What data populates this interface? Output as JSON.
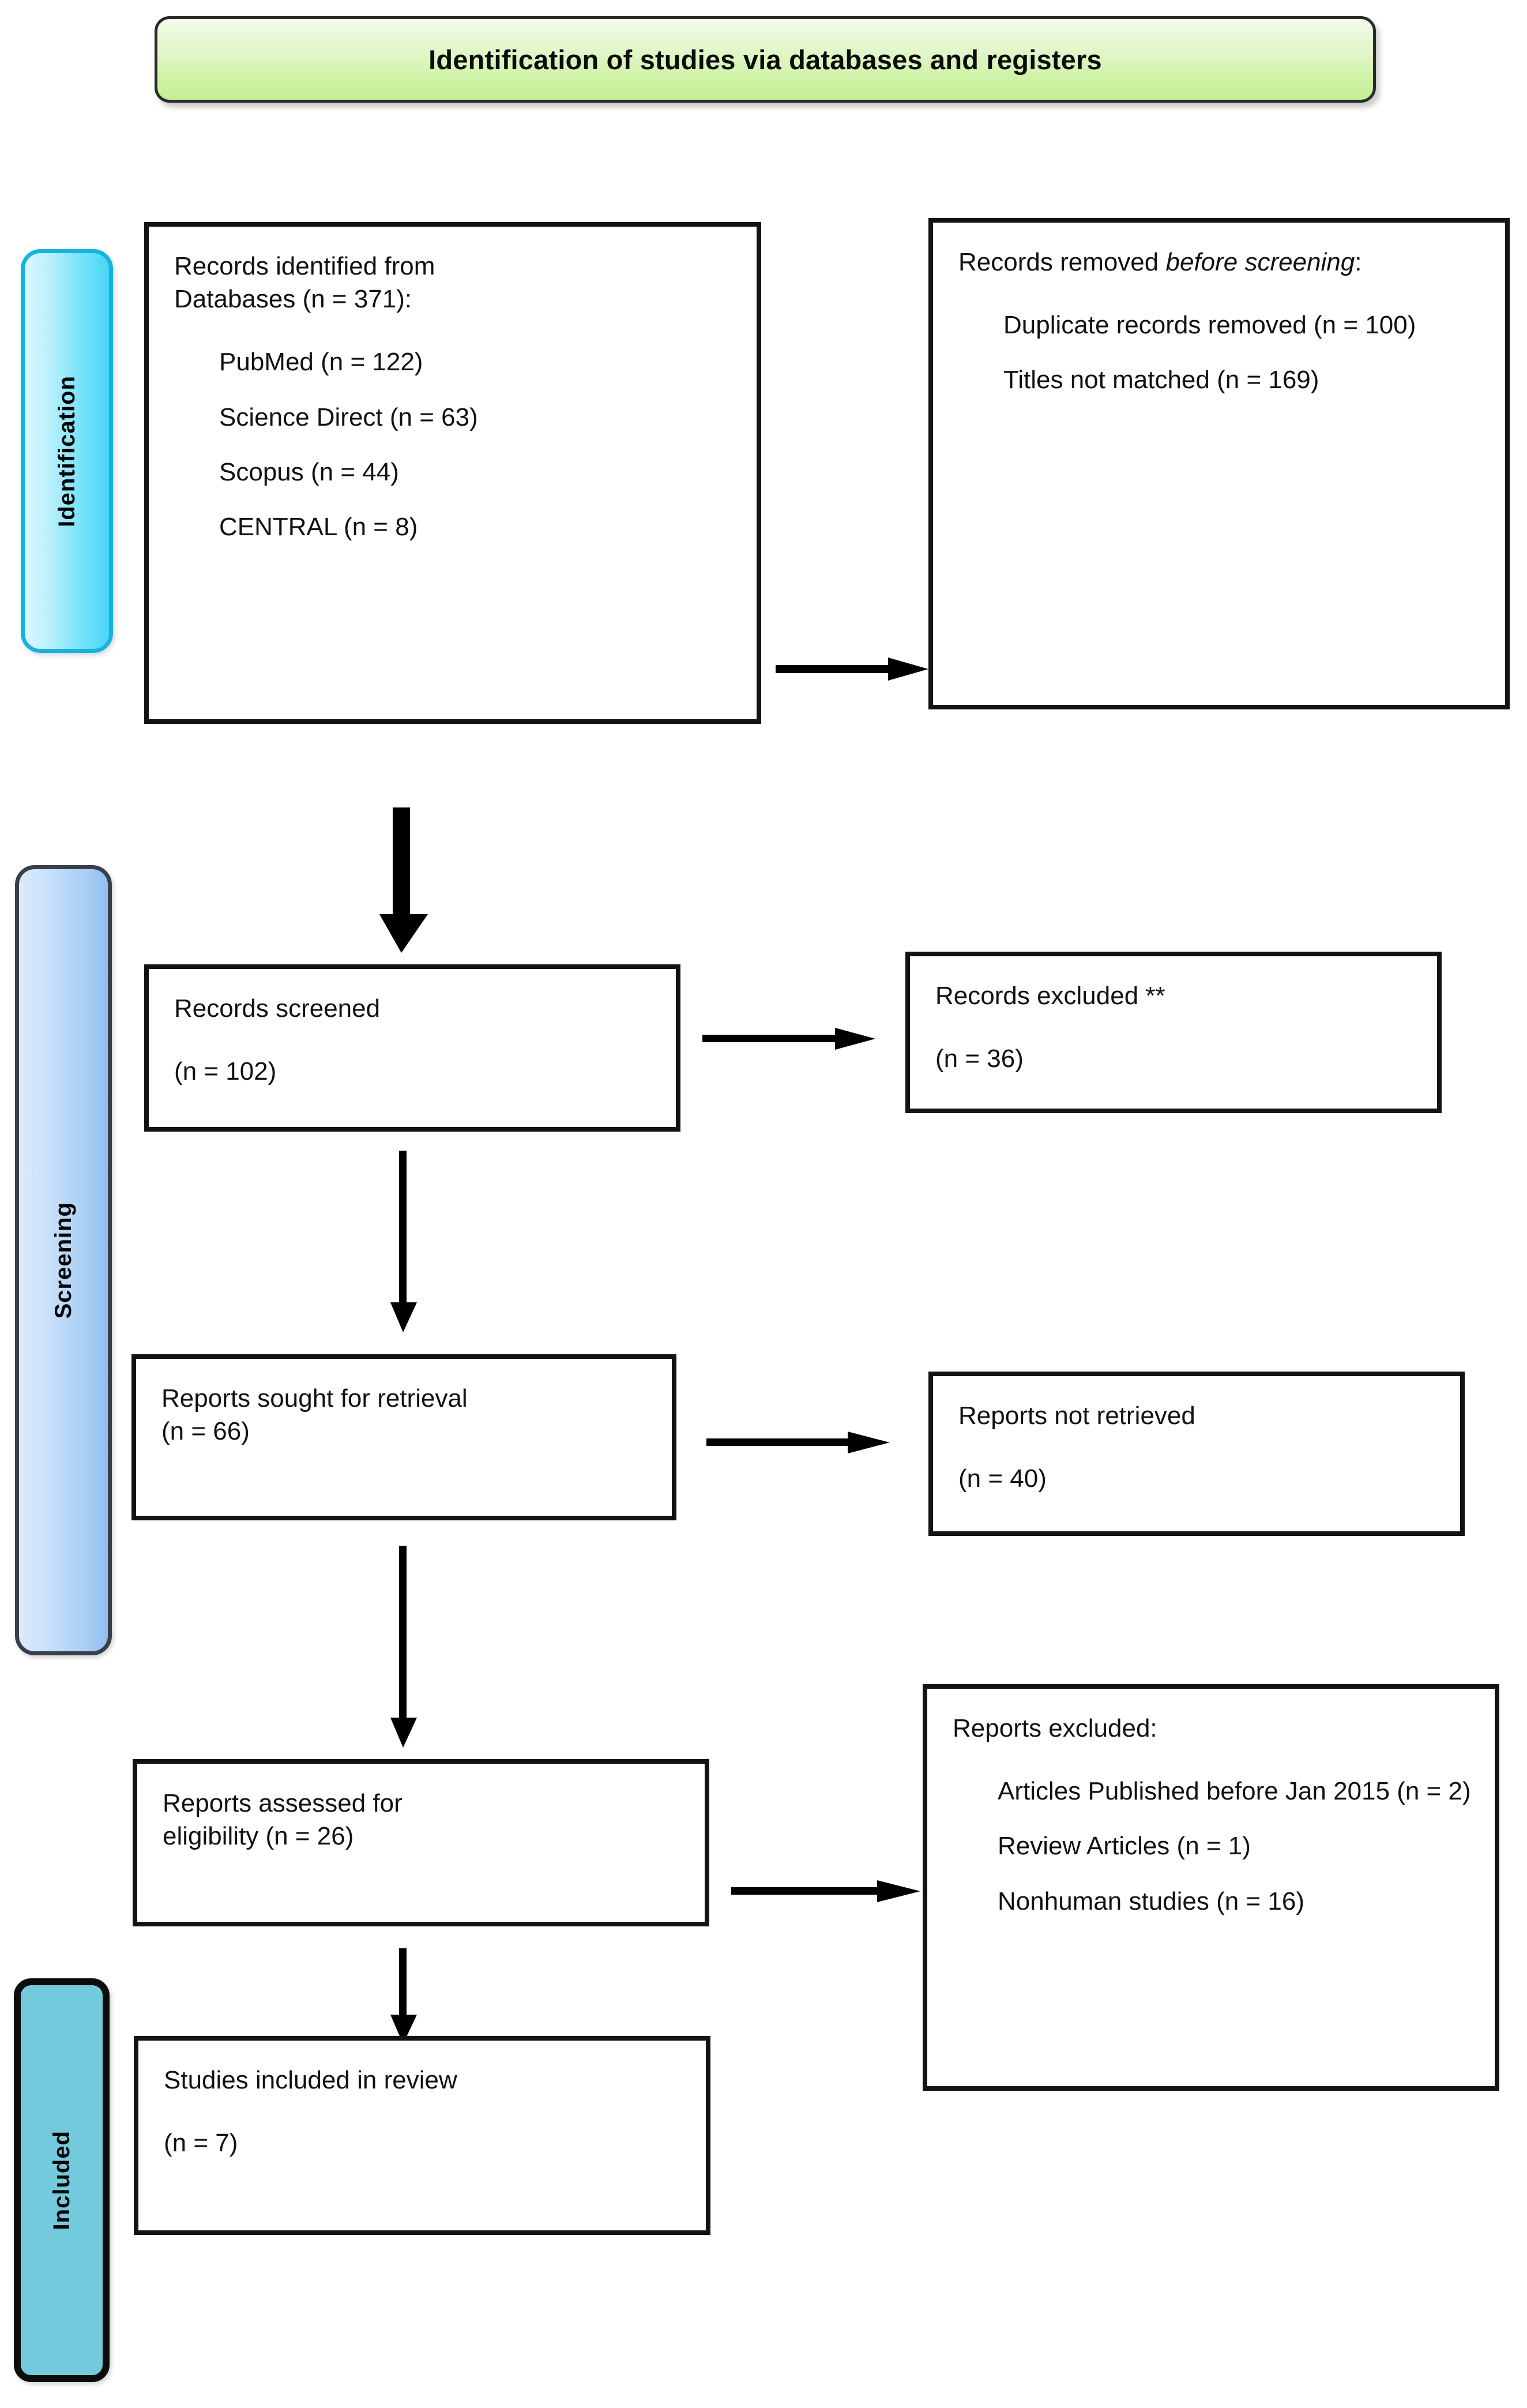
{
  "header": {
    "title": "Identification of studies via databases and registers",
    "colors": {
      "fill_top": "#f2fbe8",
      "fill_bottom": "#c3ee95",
      "border": "#2a2a2a"
    }
  },
  "phases": [
    {
      "id": "identification",
      "label": "Identification",
      "color": "#6fe0fa",
      "border": "#16b3e0"
    },
    {
      "id": "screening",
      "label": "Screening",
      "color": "#a8cdf5",
      "border": "#3a3f47"
    },
    {
      "id": "included",
      "label": "Included",
      "color": "#74cadd",
      "border": "#0d0d0d"
    }
  ],
  "boxes": {
    "identified": {
      "heading_line1": "Records identified from",
      "heading_line2": "Databases (n = 371):",
      "sources": [
        "PubMed (n = 122)",
        "Science Direct (n = 63)",
        "Scopus (n = 44)",
        "CENTRAL (n = 8)"
      ]
    },
    "removed_before_screening": {
      "heading_plain": "Records removed ",
      "heading_italic": "before screening",
      "heading_colon": ":",
      "reasons": [
        "Duplicate records removed (n = 100)",
        "Titles not matched (n = 169)"
      ]
    },
    "records_screened": {
      "label": "Records screened",
      "count": "(n = 102)"
    },
    "records_excluded": {
      "label": "Records excluded **",
      "count": "(n = 36)"
    },
    "reports_sought": {
      "label": "Reports sought for retrieval",
      "count": "(n = 66)"
    },
    "reports_not_retrieved": {
      "label": "Reports not retrieved",
      "count": "(n = 40)"
    },
    "reports_assessed": {
      "label_line1": "Reports assessed for",
      "label_line2": "eligibility (n = 26)"
    },
    "reports_excluded": {
      "heading": "Reports excluded:",
      "reasons": [
        "Articles Published before Jan 2015 (n = 2)",
        "Review Articles (n = 1)",
        "Nonhuman studies (n = 16)"
      ]
    },
    "studies_included": {
      "label": "Studies included in review",
      "count": "(n = 7)"
    }
  },
  "chart_data": {
    "type": "diagram",
    "title": "PRISMA 2020 flow diagram",
    "subtitle": "Identification of studies via databases and registers",
    "nodes": [
      {
        "id": "identified",
        "phase": "Identification",
        "n": 371,
        "breakdown": {
          "PubMed": 122,
          "Science Direct": 63,
          "Scopus": 44,
          "CENTRAL": 8
        }
      },
      {
        "id": "removed_before_screening",
        "phase": "Identification",
        "breakdown": {
          "Duplicate records removed": 100,
          "Titles not matched": 169
        }
      },
      {
        "id": "records_screened",
        "phase": "Screening",
        "n": 102
      },
      {
        "id": "records_excluded",
        "phase": "Screening",
        "n": 36
      },
      {
        "id": "reports_sought",
        "phase": "Screening",
        "n": 66
      },
      {
        "id": "reports_not_retrieved",
        "phase": "Screening",
        "n": 40
      },
      {
        "id": "reports_assessed",
        "phase": "Screening",
        "n": 26
      },
      {
        "id": "reports_excluded",
        "phase": "Screening",
        "breakdown": {
          "Articles Published before Jan 2015": 2,
          "Review Articles": 1,
          "Nonhuman studies": 16
        }
      },
      {
        "id": "studies_included",
        "phase": "Included",
        "n": 7
      }
    ],
    "edges": [
      {
        "from": "identified",
        "to": "removed_before_screening",
        "direction": "right"
      },
      {
        "from": "identified",
        "to": "records_screened",
        "direction": "down"
      },
      {
        "from": "records_screened",
        "to": "records_excluded",
        "direction": "right"
      },
      {
        "from": "records_screened",
        "to": "reports_sought",
        "direction": "down"
      },
      {
        "from": "reports_sought",
        "to": "reports_not_retrieved",
        "direction": "right"
      },
      {
        "from": "reports_sought",
        "to": "reports_assessed",
        "direction": "down"
      },
      {
        "from": "reports_assessed",
        "to": "reports_excluded",
        "direction": "right"
      },
      {
        "from": "reports_assessed",
        "to": "studies_included",
        "direction": "down"
      }
    ]
  }
}
